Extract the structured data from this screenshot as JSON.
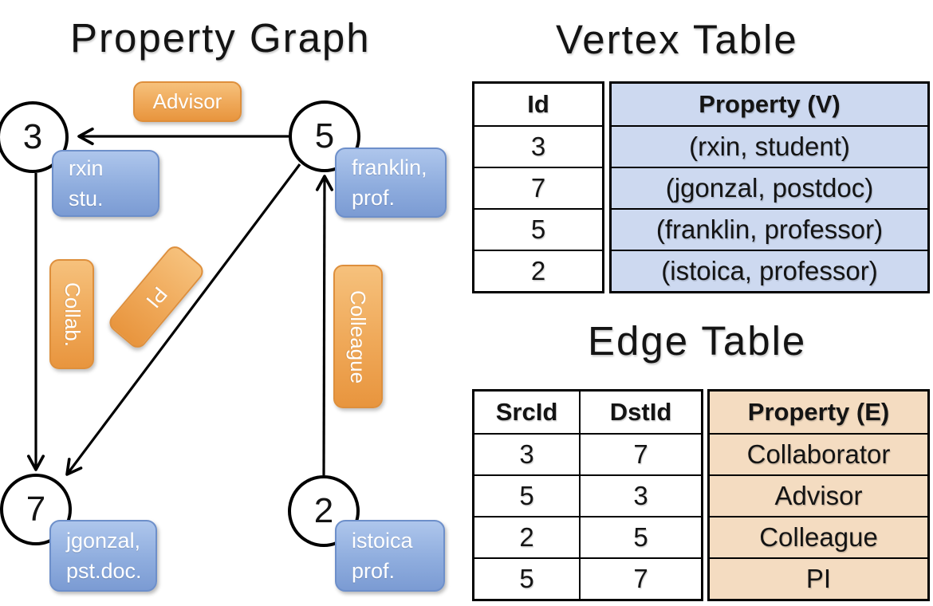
{
  "graph": {
    "title": "Property Graph",
    "nodes": [
      {
        "id": "3",
        "label": "rxin\nstu."
      },
      {
        "id": "5",
        "label": "franklin,\nprof."
      },
      {
        "id": "7",
        "label": "jgonzal,\npst.doc."
      },
      {
        "id": "2",
        "label": "istoica\nprof."
      }
    ],
    "edge_labels": {
      "advisor": "Advisor",
      "collab": "Collab.",
      "pi": "PI",
      "colleague": "Colleague"
    },
    "edges": [
      {
        "from": "5",
        "to": "3",
        "label": "Advisor"
      },
      {
        "from": "3",
        "to": "7",
        "label": "Collab."
      },
      {
        "from": "5",
        "to": "7",
        "label": "PI"
      },
      {
        "from": "2",
        "to": "5",
        "label": "Colleague"
      }
    ]
  },
  "vertex_table": {
    "title": "Vertex Table",
    "columns": {
      "id": "Id",
      "property": "Property (V)"
    },
    "rows": [
      {
        "id": "3",
        "property": "(rxin, student)"
      },
      {
        "id": "7",
        "property": "(jgonzal, postdoc)"
      },
      {
        "id": "5",
        "property": "(franklin, professor)"
      },
      {
        "id": "2",
        "property": "(istoica, professor)"
      }
    ]
  },
  "edge_table": {
    "title": "Edge Table",
    "columns": {
      "src": "SrcId",
      "dst": "DstId",
      "property": "Property (E)"
    },
    "rows": [
      {
        "src": "3",
        "dst": "7",
        "property": "Collaborator"
      },
      {
        "src": "5",
        "dst": "3",
        "property": "Advisor"
      },
      {
        "src": "2",
        "dst": "5",
        "property": "Colleague"
      },
      {
        "src": "5",
        "dst": "7",
        "property": "PI"
      }
    ]
  },
  "colors": {
    "vertex_fill_top": "#aec6ec",
    "vertex_fill_bottom": "#7b9bd3",
    "edge_fill_top": "#f6c17c",
    "edge_fill_bottom": "#e8953e",
    "vertex_table_cell": "#cdd9f0",
    "edge_table_cell": "#f4dcc1",
    "line": "#000000"
  }
}
